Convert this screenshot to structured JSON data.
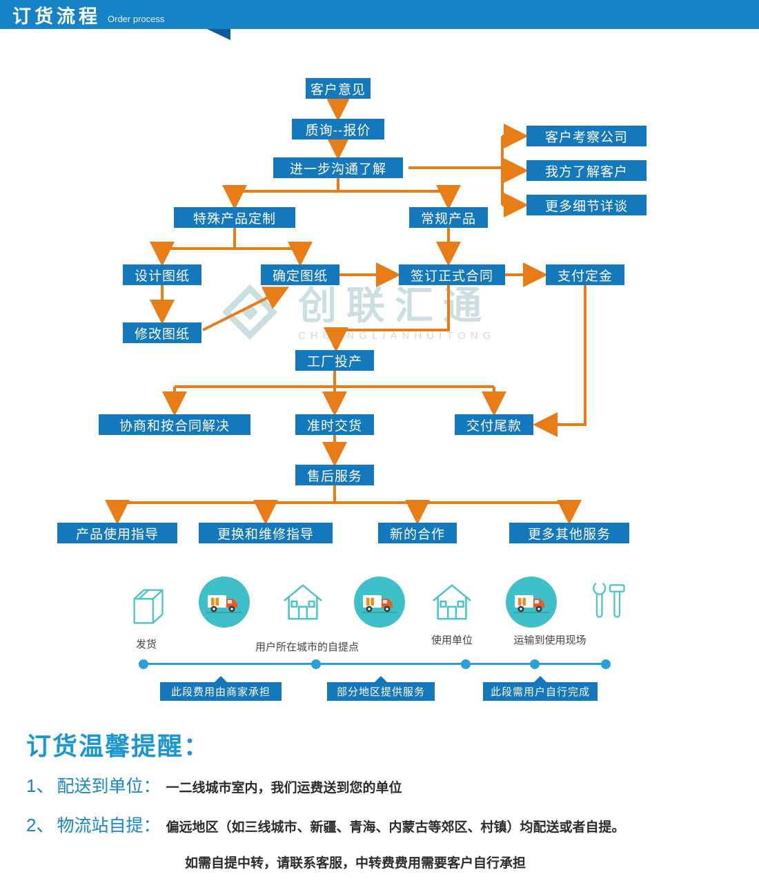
{
  "colors": {
    "header_blue": "#1583c6",
    "header_fold": "#0b5c9a",
    "node_blue": "#1478bd",
    "arrow_orange": "#e87d17",
    "icon_teal": "#47c2c8",
    "timeline_blue": "#2ba0d8",
    "reminder_title_blue": "#1a96d2",
    "reminder_head_blue": "#1586c8",
    "watermark_teal": "#a9c9cf"
  },
  "header": {
    "title_zh": "订货流程",
    "title_en": "Order process"
  },
  "flow": {
    "nodes": [
      {
        "label": "客户意见"
      },
      {
        "label": "质询--报价"
      },
      {
        "label": "进一步沟通了解"
      },
      {
        "label": "客户考察公司"
      },
      {
        "label": "我方了解客户"
      },
      {
        "label": "更多细节详谈"
      },
      {
        "label": "特殊产品定制"
      },
      {
        "label": "常规产品"
      },
      {
        "label": "设计图纸"
      },
      {
        "label": "确定图纸"
      },
      {
        "label": "签订正式合同"
      },
      {
        "label": "支付定金"
      },
      {
        "label": "修改图纸"
      },
      {
        "label": "工厂投产"
      },
      {
        "label": "协商和按合同解决"
      },
      {
        "label": "准时交货"
      },
      {
        "label": "交付尾款"
      },
      {
        "label": "售后服务"
      },
      {
        "label": "产品使用指导"
      },
      {
        "label": "更换和维修指导"
      },
      {
        "label": "新的合作"
      },
      {
        "label": "更多其他服务"
      }
    ]
  },
  "watermark": {
    "name": "创联汇通",
    "sub": "CHUANGLIANHUITONG"
  },
  "logistics": {
    "labels": {
      "ship": "发货",
      "pickup": "用户所在城市的自提点",
      "unit": "使用单位",
      "transport": "运输到使用现场"
    },
    "tags": [
      {
        "label": "此段费用由商家承担"
      },
      {
        "label": "部分地区提供服务"
      },
      {
        "label": "此段需用户自行完成"
      }
    ]
  },
  "reminder": {
    "title": "订货温馨提醒：",
    "items": [
      {
        "num": "1、",
        "head": "配送到单位：",
        "body": "一二线城市室内，我们运费送到您的单位"
      },
      {
        "num": "2、",
        "head": "物流站自提：",
        "body": "偏远地区（如三线城市、新疆、青海、内蒙古等郊区、村镇）均配送或者自提。"
      }
    ],
    "note": "如需自提中转，请联系客服，中转费费用需要客户自行承担"
  }
}
